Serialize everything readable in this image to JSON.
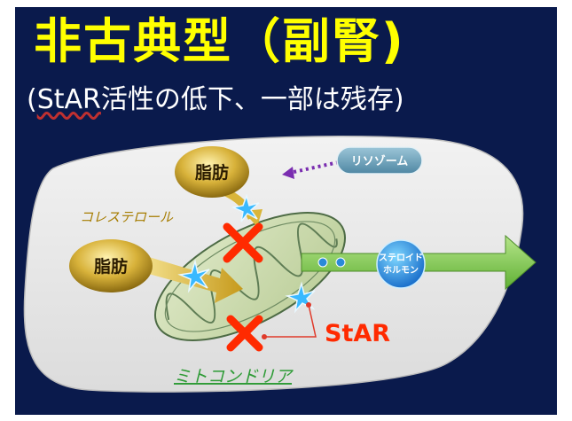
{
  "slide": {
    "title": "非古典型（副腎)",
    "subtitle_prefix": "(",
    "subtitle_star": "StAR",
    "subtitle_rest": "活性の低下、一部は残存)"
  },
  "diagram": {
    "fat_top": "脂肪",
    "fat_left": "脂肪",
    "lysosome": "リソゾーム",
    "cholesterol": "コレステロール",
    "steroid_line1": "ステロイド",
    "steroid_line2": "ホルモン",
    "star_label": "StAR",
    "mito_label": "ミトコンドリア"
  },
  "colors": {
    "background": "#0a1a4c",
    "title": "#ffff00",
    "star_label": "#ff2a00",
    "cell": "#e6e6e6",
    "fat": "#c9a227",
    "mito_label": "#2e9b36",
    "hormone_arrow": "#8ed25a"
  }
}
